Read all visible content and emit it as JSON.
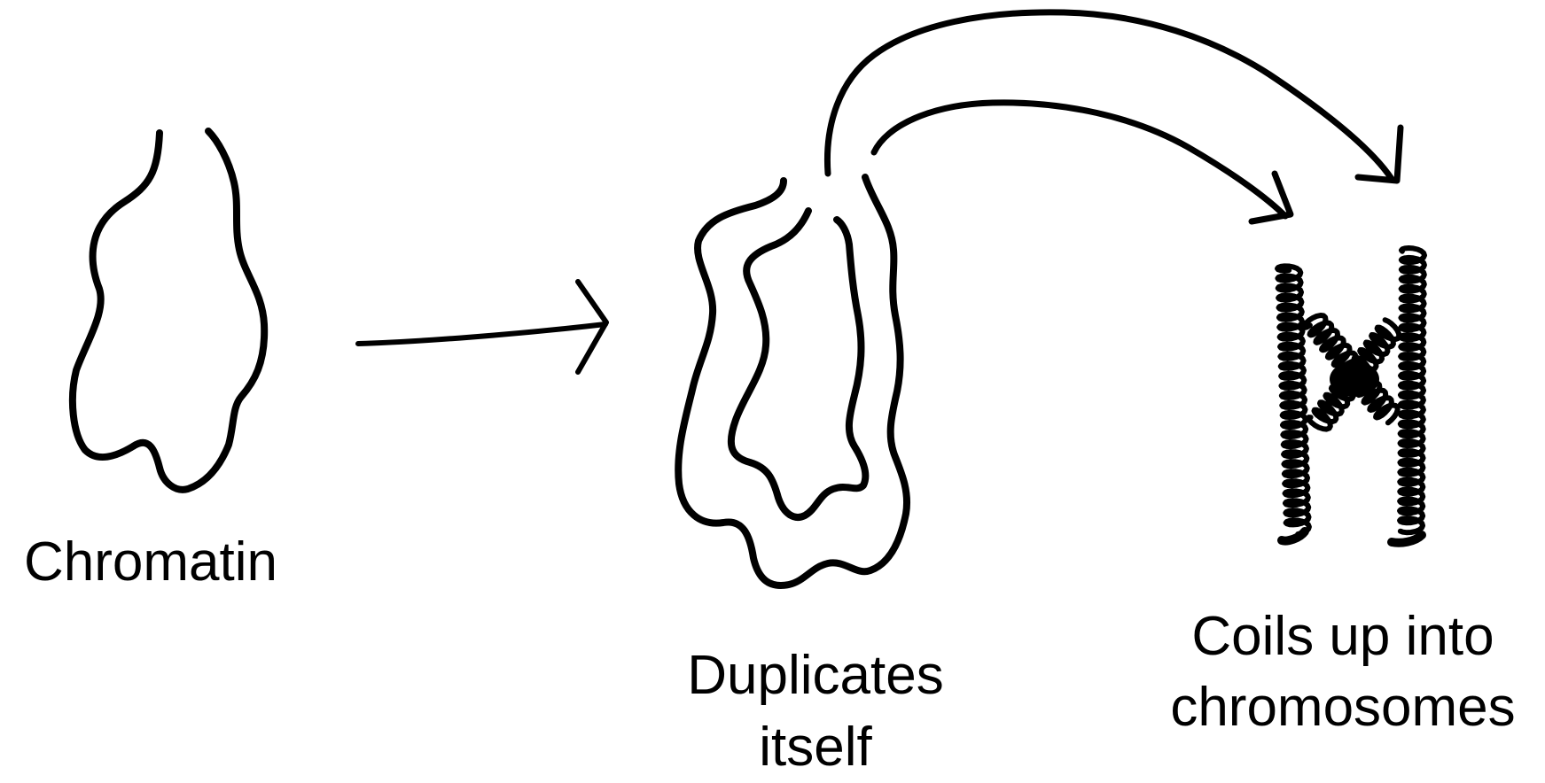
{
  "stages": [
    {
      "id": "chromatin",
      "label_lines": [
        "Chromatin"
      ]
    },
    {
      "id": "duplicated",
      "label_lines": [
        "Duplicates",
        "itself"
      ]
    },
    {
      "id": "chromosome",
      "label_lines": [
        "Coils up into",
        "chromosomes"
      ]
    }
  ],
  "colors": {
    "ink": "#000000",
    "background": "#ffffff"
  }
}
